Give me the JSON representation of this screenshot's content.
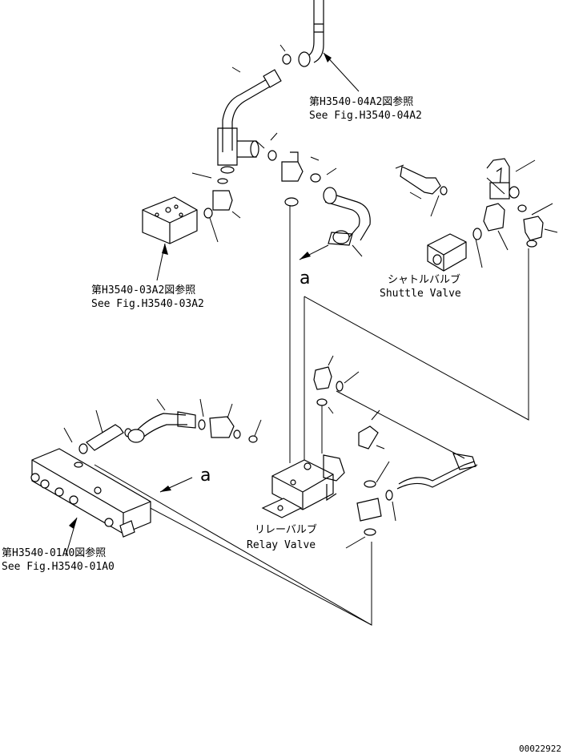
{
  "labels": {
    "ref_04a2_jp": "第H3540-04A2図参照",
    "ref_04a2_en": "See Fig.H3540-04A2",
    "ref_03a2_jp": "第H3540-03A2図参照",
    "ref_03a2_en": "See Fig.H3540-03A2",
    "ref_01a0_jp": "第H3540-01A0図参照",
    "ref_01a0_en": "See Fig.H3540-01A0",
    "shuttle_jp": "シャトルバルブ",
    "shuttle_en": "Shuttle Valve",
    "relay_jp": "リレーバルブ",
    "relay_en": "Relay Valve",
    "callout_a": "a",
    "drawing_number": "00022922"
  }
}
